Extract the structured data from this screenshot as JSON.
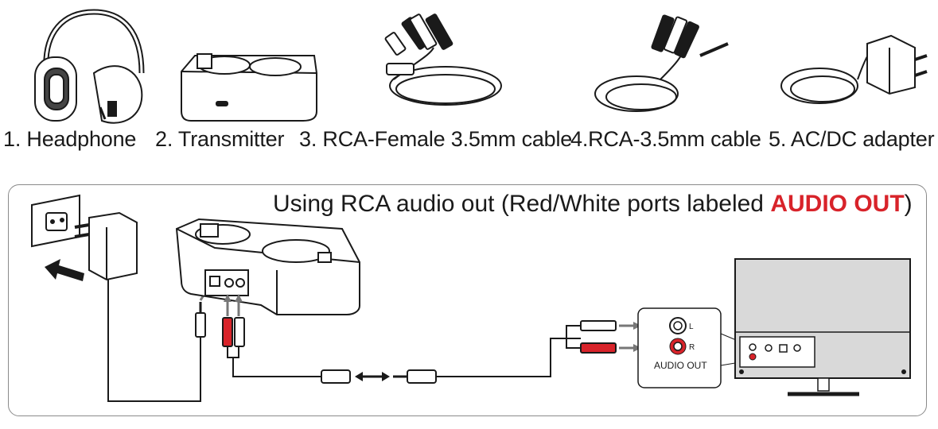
{
  "components": [
    {
      "number": "1.",
      "name": "Headphone"
    },
    {
      "number": "2.",
      "name": "Transmitter"
    },
    {
      "number": "3.",
      "name": "RCA-Female 3.5mm cable"
    },
    {
      "number": "4.",
      "name": "RCA-3.5mm cable"
    },
    {
      "number": "5.",
      "name": "AC/DC adapter"
    }
  ],
  "captions": [
    "1. Headphone",
    "2. Transmitter",
    "3. RCA-Female 3.5mm cable",
    "4.RCA-3.5mm cable",
    "5. AC/DC adapter"
  ],
  "panel": {
    "title_prefix": "Using RCA audio out (Red/White ports labeled ",
    "title_highlight": "AUDIO OUT",
    "title_suffix": ")"
  },
  "tv_ports": {
    "left_label": "L",
    "right_label": "R",
    "panel_label": "AUDIO OUT"
  },
  "colors": {
    "highlight": "#d8232a",
    "line": "#1a1a1a",
    "tv_body": "#d9d9d9",
    "gray_arrow": "#777777"
  }
}
